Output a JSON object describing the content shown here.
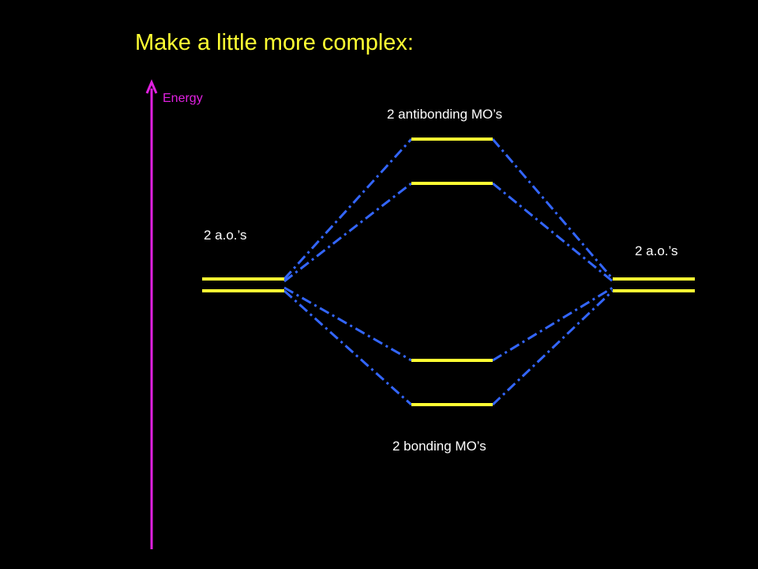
{
  "title": "Make a little more complex:",
  "axis": {
    "label": "Energy",
    "color": "#e020e0"
  },
  "labels": {
    "antibonding": "2  antibonding MO’s",
    "bonding": "2 bonding MO’s",
    "left_aos": "2 a.o.’s",
    "right_aos": "2 a.o.’s"
  },
  "colors": {
    "background": "#000000",
    "title": "#ffff33",
    "level": "#ffff33",
    "correlation": "#3366ff",
    "text": "#ffffff"
  }
}
